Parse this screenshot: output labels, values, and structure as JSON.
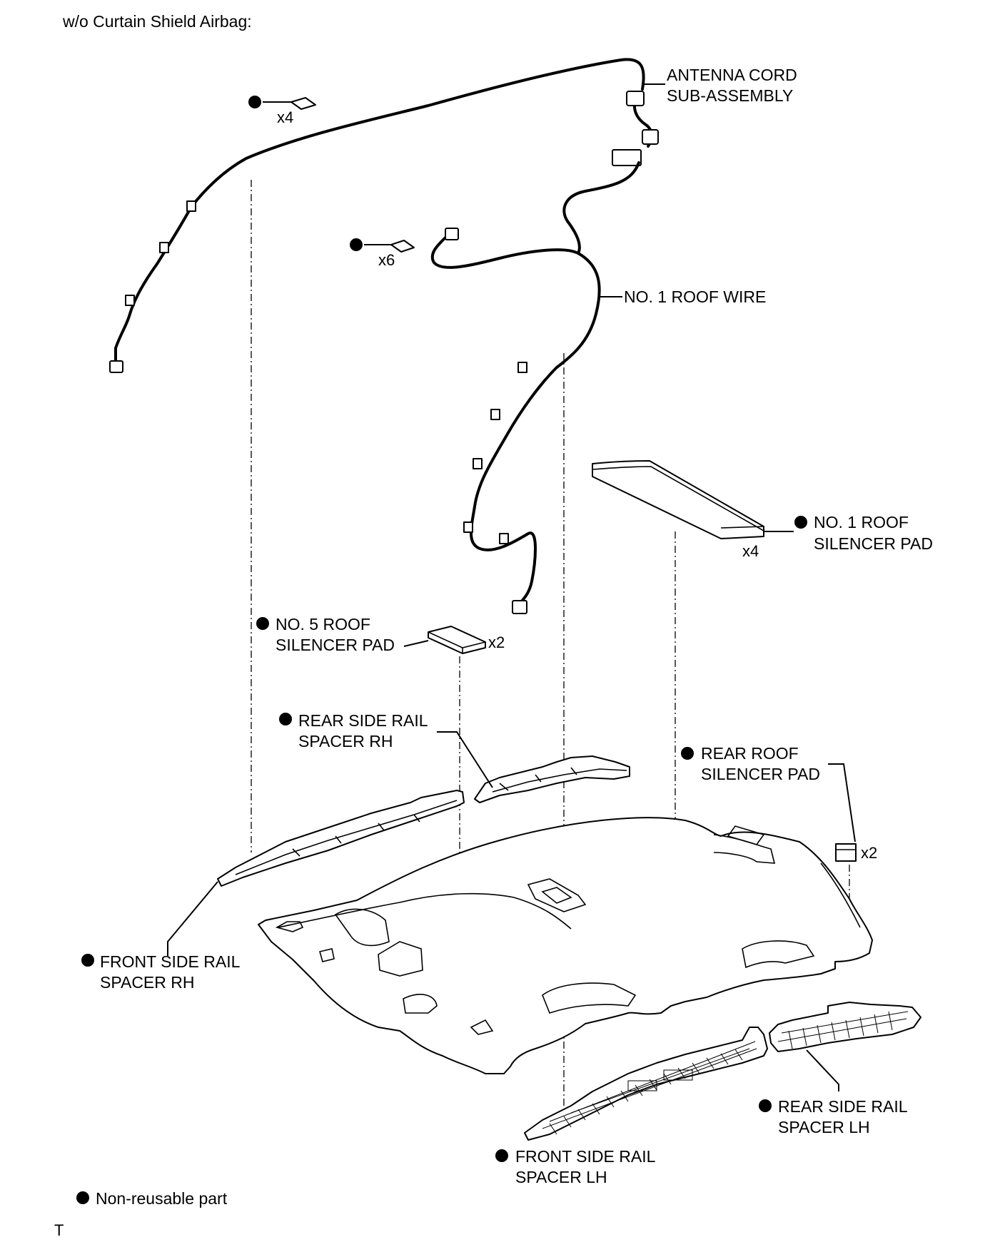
{
  "heading": "w/o Curtain Shield Airbag:",
  "labels": {
    "antenna_cord_1": "ANTENNA CORD",
    "antenna_cord_2": "SUB-ASSEMBLY",
    "roof_wire": "NO. 1 ROOF WIRE",
    "no1_pad_1": "NO. 1 ROOF",
    "no1_pad_2": "SILENCER PAD",
    "no5_pad_1": "NO. 5 ROOF",
    "no5_pad_2": "SILENCER PAD",
    "rear_rail_rh_1": "REAR SIDE RAIL",
    "rear_rail_rh_2": "SPACER RH",
    "rear_roof_pad_1": "REAR ROOF",
    "rear_roof_pad_2": "SILENCER PAD",
    "front_rail_rh_1": "FRONT SIDE RAIL",
    "front_rail_rh_2": "SPACER RH",
    "rear_rail_lh_1": "REAR SIDE RAIL",
    "rear_rail_lh_2": "SPACER LH",
    "front_rail_lh_1": "FRONT SIDE RAIL",
    "front_rail_lh_2": "SPACER LH"
  },
  "quantities": {
    "clip_top": "x4",
    "clip_mid": "x6",
    "no1_pad": "x4",
    "no5_pad": "x2",
    "rear_roof_pad": "x2"
  },
  "legend": {
    "text": "Non-reusable part"
  },
  "footer_mark": "T"
}
